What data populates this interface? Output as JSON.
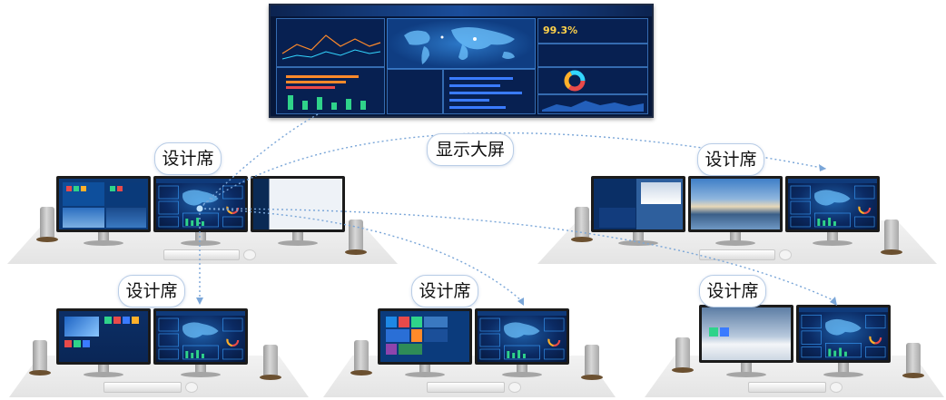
{
  "labels": {
    "center": "显示大屏",
    "seat_label": "设计席"
  },
  "big_screen": {
    "kpi_value": "99.3%"
  },
  "colors": {
    "connector": "#7aa6d8",
    "bubble_border": "#b9cde6",
    "dashboard_dark": "#06173a",
    "dashboard_mid": "#1e5fa8",
    "accent_cyan": "#33d6ff",
    "accent_orange": "#ff8a2a",
    "accent_green": "#2fd38a",
    "accent_red": "#e84a4a"
  },
  "icons": {
    "speaker": "speaker-icon",
    "keyboard": "keyboard-icon",
    "mouse": "mouse-icon"
  }
}
